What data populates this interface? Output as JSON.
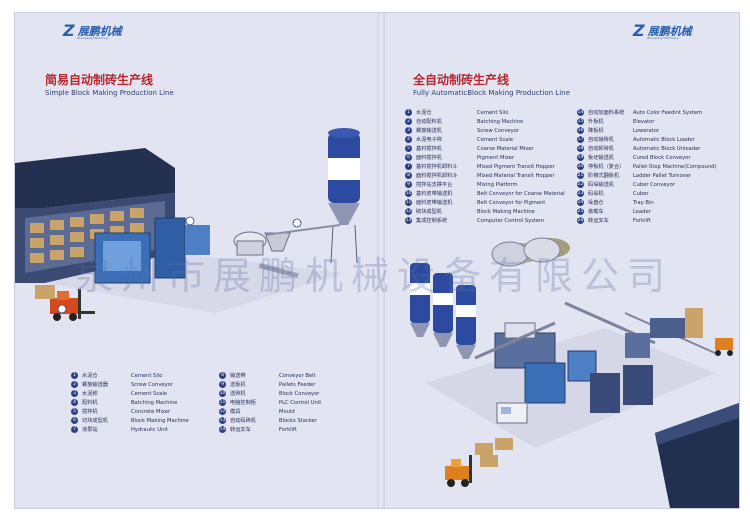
{
  "logos": [
    {
      "mark": "Z",
      "brand": "展鹏机械",
      "sub": "Zhanpeng Machinery"
    },
    {
      "mark": "Z",
      "brand": "展鹏机械",
      "sub": "Zhanpeng Machinery"
    }
  ],
  "watermark": "泉州市展鹏机械设备有限公司",
  "left": {
    "title_cn": "简易自动制砖生产线",
    "title_en": "Simple Block Making Production Line",
    "legend_col1": [
      {
        "n": "1",
        "cn": "水泥仓",
        "en": "Cement Silo"
      },
      {
        "n": "2",
        "cn": "螺旋输送器",
        "en": "Screw Conveyor"
      },
      {
        "n": "3",
        "cn": "水泥称",
        "en": "Cement Scale"
      },
      {
        "n": "4",
        "cn": "配料机",
        "en": "Batching Machine"
      },
      {
        "n": "5",
        "cn": "搅拌机",
        "en": "Concrete Mixer"
      },
      {
        "n": "6",
        "cn": "切块成型机",
        "en": "Block Making Machine"
      },
      {
        "n": "7",
        "cn": "液泵站",
        "en": "Hydraulic Unit"
      }
    ],
    "legend_col2": [
      {
        "n": "8",
        "cn": "输送带",
        "en": "Conveyor Belt"
      },
      {
        "n": "9",
        "cn": "送板机",
        "en": "Pallets Feeder"
      },
      {
        "n": "10",
        "cn": "送砖机",
        "en": "Block Conveyor"
      },
      {
        "n": "11",
        "cn": "电脑控制柜",
        "en": "PLC Control Unit"
      },
      {
        "n": "12",
        "cn": "模具",
        "en": "Mould"
      },
      {
        "n": "13",
        "cn": "自动码砖机",
        "en": "Blocks Stacker"
      },
      {
        "n": "14",
        "cn": "转运叉车",
        "en": "Forklift"
      }
    ]
  },
  "right": {
    "title_cn": "全自动制砖生产线",
    "title_en": "Fully AutomaticBlock Making Production Line",
    "legend_col1": [
      {
        "n": "1",
        "cn": "水泥仓",
        "en": "Cement Silo"
      },
      {
        "n": "2",
        "cn": "自动配料机",
        "en": "Batching Machine"
      },
      {
        "n": "3",
        "cn": "螺旋输送机",
        "en": "Screw Conveyor"
      },
      {
        "n": "4",
        "cn": "水泥电子称",
        "en": "Cement Scale"
      },
      {
        "n": "5",
        "cn": "基料搅拌机",
        "en": "Coarse Material Mixer"
      },
      {
        "n": "6",
        "cn": "面料搅拌机",
        "en": "Pigment Mixer"
      },
      {
        "n": "7",
        "cn": "基料搅拌机卸料斗",
        "en": "Mixed Pigment Transit Hopper"
      },
      {
        "n": "8",
        "cn": "面料搅拌机卸料斗",
        "en": "Mixed Material Transit Hopper"
      },
      {
        "n": "9",
        "cn": "搅拌站支撑平台",
        "en": "Mixing Platform"
      },
      {
        "n": "10",
        "cn": "基料皮带输送机",
        "en": "Belt Conveyor for Coarse Material"
      },
      {
        "n": "11",
        "cn": "面料皮带输送机",
        "en": "Belt Conveyor for Pigment"
      },
      {
        "n": "12",
        "cn": "砌块成型机",
        "en": "Block Making Machine"
      },
      {
        "n": "13",
        "cn": "集成控制系统",
        "en": "Computer Control System"
      }
    ],
    "legend_col2": [
      {
        "n": "14",
        "cn": "自动加面料系统",
        "en": "Auto Color Feedint System"
      },
      {
        "n": "15",
        "cn": "升板机",
        "en": "Elevator"
      },
      {
        "n": "16",
        "cn": "降板机",
        "en": "Lowerator"
      },
      {
        "n": "17",
        "cn": "自动接砖机",
        "en": "Automatic Block Loader"
      },
      {
        "n": "18",
        "cn": "自动卸砖机",
        "en": "Automatic Block Unloader"
      },
      {
        "n": "19",
        "cn": "板坯输送机",
        "en": "Cured Block Conveyor"
      },
      {
        "n": "20",
        "cn": "停板机（复合）",
        "en": "Pallet-Stop Machine(Compound)"
      },
      {
        "n": "21",
        "cn": "阶梯式翻板机",
        "en": "Ladder Pallet Turnover"
      },
      {
        "n": "22",
        "cn": "码垛输送机",
        "en": "Cuber Conveyor"
      },
      {
        "n": "23",
        "cn": "码垛机",
        "en": "Cuber"
      },
      {
        "n": "24",
        "cn": "垛盘仓",
        "en": "Tray Bin"
      },
      {
        "n": "25",
        "cn": "装载车",
        "en": "Loader"
      },
      {
        "n": "26",
        "cn": "转运叉车",
        "en": "Forklift"
      }
    ]
  },
  "colors": {
    "background": "#e3e4f1",
    "title_red": "#b4282e",
    "navy": "#2a3f86",
    "brand_blue": "#2a5fb0"
  },
  "scenes": {
    "left": "simple-production-line-illustration",
    "right": "automatic-production-line-illustration"
  }
}
